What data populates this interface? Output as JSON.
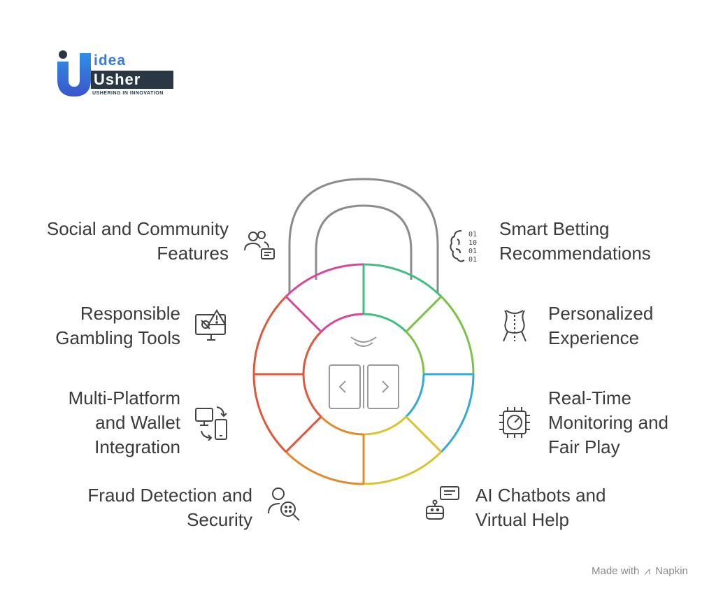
{
  "logo": {
    "word1": "idea",
    "word2": "Usher",
    "tagline": "USHERING IN INNOVATION",
    "colors": {
      "blue": "#3a7ad9",
      "dark": "#2a3845"
    }
  },
  "features": {
    "social": {
      "line1": "Social and Community",
      "line2": "Features",
      "icon": "chat-users-icon"
    },
    "responsible": {
      "line1": "Responsible",
      "line2": "Gambling Tools",
      "icon": "monitor-warning-icon"
    },
    "multiplatform": {
      "line1": "Multi-Platform",
      "line2": "and Wallet",
      "line3": "Integration",
      "icon": "devices-sync-icon"
    },
    "fraud": {
      "line1": "Fraud Detection and",
      "line2": "Security",
      "icon": "user-search-icon"
    },
    "smart": {
      "line1": "Smart Betting",
      "line2": "Recommendations",
      "icon": "brain-binary-icon"
    },
    "personalized": {
      "line1": "Personalized",
      "line2": "Experience",
      "icon": "corset-icon"
    },
    "realtime": {
      "line1": "Real-Time",
      "line2": "Monitoring and",
      "line3": "Fair Play",
      "icon": "chip-gauge-icon"
    },
    "chatbot": {
      "line1": "AI Chatbots and",
      "line2": "Virtual Help",
      "icon": "robot-chat-icon"
    }
  },
  "lock_colors": [
    "#3fbf7f",
    "#7cc24a",
    "#a4c93a",
    "#33a9d6",
    "#d8c52c",
    "#e08a2a",
    "#e0573a",
    "#d9479a",
    "#8a5cd6"
  ],
  "footer": {
    "made_with": "Made with",
    "brand": "Napkin"
  }
}
